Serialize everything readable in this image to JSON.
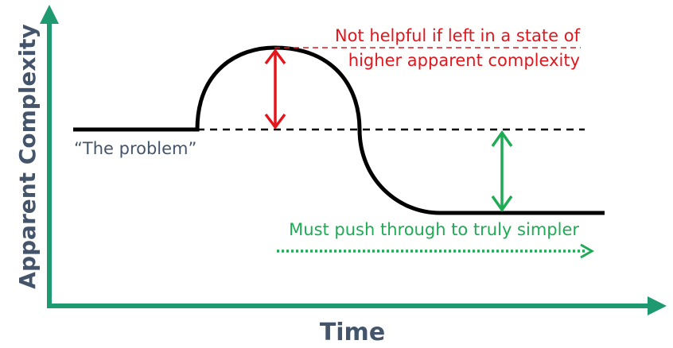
{
  "axes": {
    "x_label": "Time",
    "y_label": "Apparent Complexity"
  },
  "annotations": {
    "problem_label": "“The problem”",
    "not_helpful_line1": "Not helpful if left in a state of",
    "not_helpful_line2": "higher apparent complexity",
    "must_push": "Must push through to truly simpler"
  },
  "colors": {
    "axis": "#1f9a70",
    "curve": "#000000",
    "red": "#e3161d",
    "green": "#1faa55",
    "text_gray": "#44546a"
  }
}
